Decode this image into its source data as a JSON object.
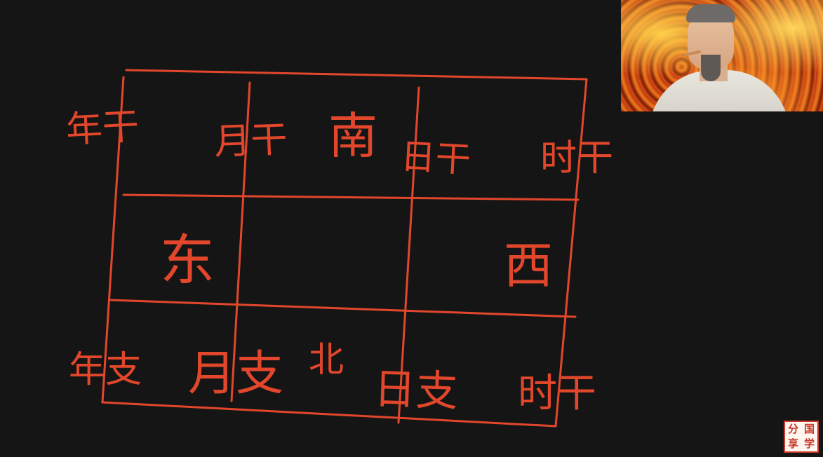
{
  "board": {
    "ink_color": "#e2472c",
    "background_color": "#151515",
    "grid": {
      "rows": 3,
      "cols": 3
    },
    "labels": {
      "year_stem": "年干",
      "month_stem": "月干",
      "south": "南",
      "day_stem": "日干",
      "hour_stem": "时干",
      "east": "东",
      "west": "西",
      "year_branch": "年支",
      "month_branch": "月支",
      "north": "北",
      "day_branch": "日支",
      "hour_branch": "时干"
    }
  },
  "webcam": {
    "description_icon": "presenter-video-feed"
  },
  "watermark": {
    "chars": [
      "分",
      "国",
      "享",
      "学"
    ]
  }
}
